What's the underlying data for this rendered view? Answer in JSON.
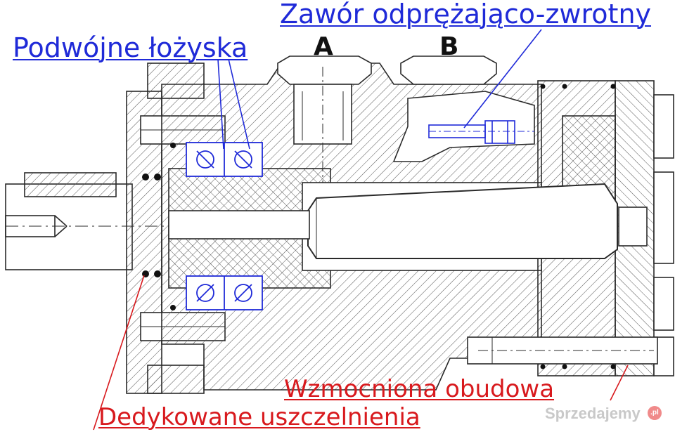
{
  "labels": {
    "valve": "Zawór odprężająco-zwrotny",
    "bearings": "Podwójne łożyska",
    "port_a": "A",
    "port_b": "B",
    "housing": "Wzmocniona obudowa",
    "seals": "Dedykowane uszczelnienia"
  },
  "watermark": {
    "text": "Sprzedajemy",
    "badge": ".pl"
  },
  "colors": {
    "blue": "#1f2ad8",
    "red": "#d8191d",
    "line": "#2a2a2a",
    "hatch": "#555555"
  },
  "icons": [
    "bearing-icon",
    "seal-ring-icon",
    "bolt-icon"
  ]
}
